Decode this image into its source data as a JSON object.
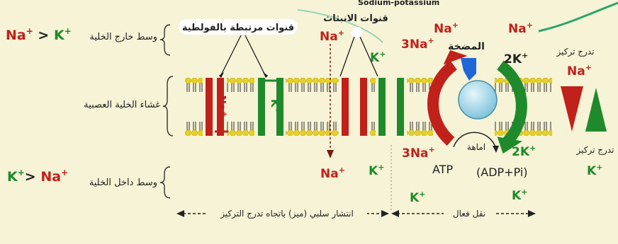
{
  "header_clipped": "Sodium-potassium",
  "left_labels": {
    "outside_ratio": {
      "na": "Na",
      "gt": ">",
      "k": "K"
    },
    "outside_label": "وسط خارج الخلية",
    "membrane_label": "غشاء الخلية العصبية",
    "inside_ratio": {
      "k": "K",
      "gt": ">",
      "na": "Na"
    },
    "inside_label": "وسط داخل الخلية"
  },
  "gated_channels_label": "قنوات مرتبطة بالفولطية",
  "leak_channels_label": "قنوات الانبثاث",
  "channel_labels": {
    "na": "Na",
    "k": "K"
  },
  "ions": {
    "na": "Na",
    "k": "K",
    "three_na": "3Na",
    "two_k": "2K",
    "plus": "+"
  },
  "pump": {
    "label": "المضخة",
    "atp": "ATP",
    "products": "(ADP+Pi)",
    "hydrolysis": "اماهة"
  },
  "gradients": {
    "title_na": "تدرج تركيز",
    "na": "Na",
    "title_k": "تدرج تركيز",
    "k": "K",
    "na_color": "#c0211b",
    "k_color": "#1f8a2b"
  },
  "bottom": {
    "passive": "انتشار سلبي (ميز) باتجاه تدرج التركيز",
    "active": "نقل فعال"
  },
  "colors": {
    "membrane_head": "#e8d11f",
    "tail": "#2d2d2d",
    "na": "#c0211b",
    "k": "#1f8a2b",
    "pump_ball": "#9fd6ea",
    "pump_pointer": "#1f67d6"
  }
}
